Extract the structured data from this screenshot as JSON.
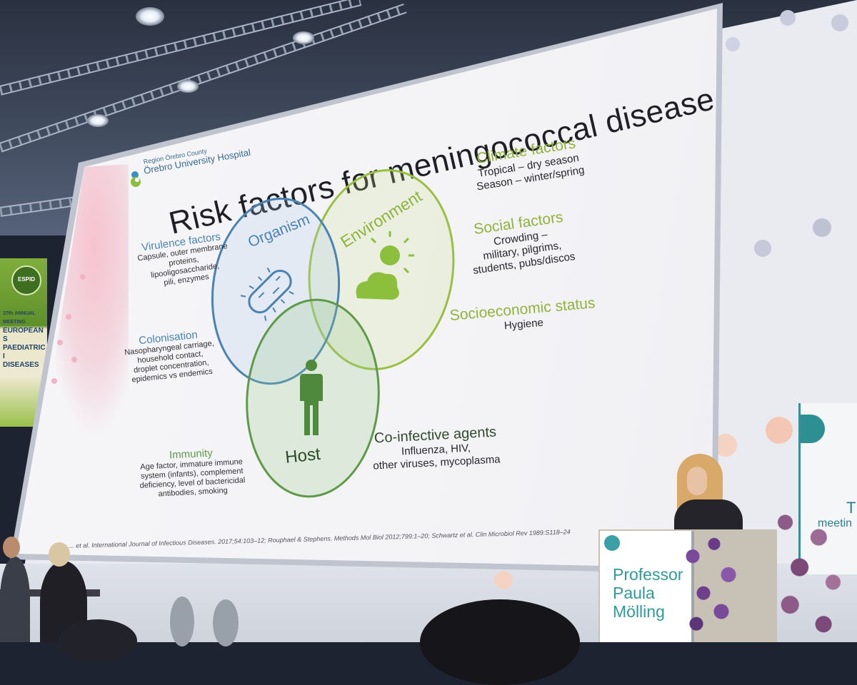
{
  "slide": {
    "hospital_region": "Region Örebro County",
    "hospital_name": "Örebro University Hospital",
    "title": "Risk factors for meningococcal disease",
    "venn": {
      "organism": "Organism",
      "environment": "Environment",
      "host": "Host"
    },
    "left_column": [
      {
        "heading": "Virulence factors",
        "lines": [
          "Capsule, outer membrane",
          "proteins, lipooligosaccharide,",
          "pili, enzymes"
        ]
      },
      {
        "heading": "Colonisation",
        "lines": [
          "Nasopharyngeal carriage,",
          "household contact,",
          "droplet concentration,",
          "epidemics vs endemics"
        ]
      },
      {
        "heading": "Immunity",
        "lines": [
          "Age factor, immature immune",
          "system (infants), complement",
          "deficiency, level of bactericidal",
          "antibodies, smoking"
        ]
      }
    ],
    "right_column": [
      {
        "heading": "Climate factors",
        "lines": [
          "Tropical – dry season",
          "Season – winter/spring"
        ]
      },
      {
        "heading": "Social factors",
        "lines": [
          "Crowding –",
          "military, pilgrims,",
          "students, pubs/discos"
        ]
      },
      {
        "heading": "Socioeconomic status",
        "lines": [
          "Hygiene"
        ]
      }
    ],
    "co_infective": {
      "heading": "Co-infective agents",
      "lines": [
        "Influenza, HIV,",
        "other viruses, mycoplasma"
      ]
    },
    "citation": "... et al. International Journal of Infectious Diseases. 2017;54:103–12; Rouphael & Stephens. Methods Mol Biol 2012;799:1–20; Schwartz et al. Clin Microbiol Rev 1989:S118–24"
  },
  "left_banner": {
    "badge": "ESPID",
    "lines": [
      "37th ANNUAL MEETING",
      "EUROPEAN S",
      "PAEDIATRIC I",
      "DISEASES"
    ]
  },
  "right_sign": {
    "line1": "Th",
    "line2": "meetin"
  },
  "podium": {
    "name_lines": [
      "Professor",
      "Paula",
      "Mölling"
    ]
  },
  "colors": {
    "organism_circle": "#4a82b4",
    "environment_circle": "#9bc040",
    "host_circle": "#5f9a48",
    "teal_brand": "#2f9a9c"
  },
  "icons": [
    "bacterium-icon",
    "sun-cloud-icon",
    "person-icon",
    "hospital-logo-icon"
  ]
}
